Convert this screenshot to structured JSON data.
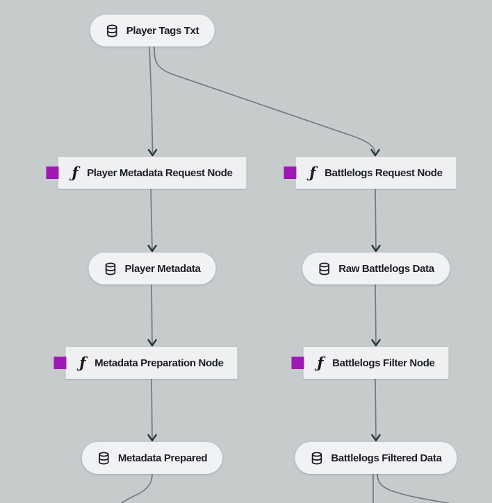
{
  "app": {
    "view_name": "asset-pipeline-graph"
  },
  "colors": {
    "canvas_bg": "#c6cbcc",
    "node_fill": "#eef0f1",
    "pill_fill": "#f1f2f4",
    "handle_purple": "#9e19b3",
    "edge_color": "#747a7e",
    "arrow_color": "#20303f",
    "text_color": "#1c1e21"
  },
  "icons": {
    "function_glyph": "ƒ",
    "data_icon_name": "database-icon",
    "function_icon_name": "function-icon"
  },
  "nodes": [
    {
      "id": "player-tags-txt",
      "type": "data",
      "icon": "database-icon",
      "label": "Player Tags Txt"
    },
    {
      "id": "player-metadata-request-node",
      "type": "function",
      "icon": "function-icon",
      "label": "Player Metadata Request Node",
      "has_input_handle": true
    },
    {
      "id": "battlelogs-request-node",
      "type": "function",
      "icon": "function-icon",
      "label": "Battlelogs Request Node",
      "has_input_handle": true
    },
    {
      "id": "player-metadata",
      "type": "data",
      "icon": "database-icon",
      "label": "Player Metadata"
    },
    {
      "id": "raw-battlelogs-data",
      "type": "data",
      "icon": "database-icon",
      "label": "Raw Battlelogs Data"
    },
    {
      "id": "metadata-preparation-node",
      "type": "function",
      "icon": "function-icon",
      "label": "Metadata Preparation Node",
      "has_input_handle": true
    },
    {
      "id": "battlelogs-filter-node",
      "type": "function",
      "icon": "function-icon",
      "label": "Battlelogs Filter Node",
      "has_input_handle": true
    },
    {
      "id": "metadata-prepared",
      "type": "data",
      "icon": "database-icon",
      "label": "Metadata Prepared"
    },
    {
      "id": "battlelogs-filtered-data",
      "type": "data",
      "icon": "database-icon",
      "label": "Battlelogs Filtered Data"
    }
  ],
  "edges": [
    {
      "from": "player-tags-txt",
      "to": "player-metadata-request-node"
    },
    {
      "from": "player-tags-txt",
      "to": "battlelogs-request-node"
    },
    {
      "from": "player-metadata-request-node",
      "to": "player-metadata"
    },
    {
      "from": "battlelogs-request-node",
      "to": "raw-battlelogs-data"
    },
    {
      "from": "player-metadata",
      "to": "metadata-preparation-node"
    },
    {
      "from": "raw-battlelogs-data",
      "to": "battlelogs-filter-node"
    },
    {
      "from": "metadata-preparation-node",
      "to": "metadata-prepared"
    },
    {
      "from": "battlelogs-filter-node",
      "to": "battlelogs-filtered-data"
    },
    {
      "from": "metadata-prepared",
      "to": "offscreen-bottom-left"
    },
    {
      "from": "battlelogs-filtered-data",
      "to": "offscreen-bottom-center"
    },
    {
      "from": "battlelogs-filtered-data",
      "to": "offscreen-bottom-right"
    }
  ]
}
